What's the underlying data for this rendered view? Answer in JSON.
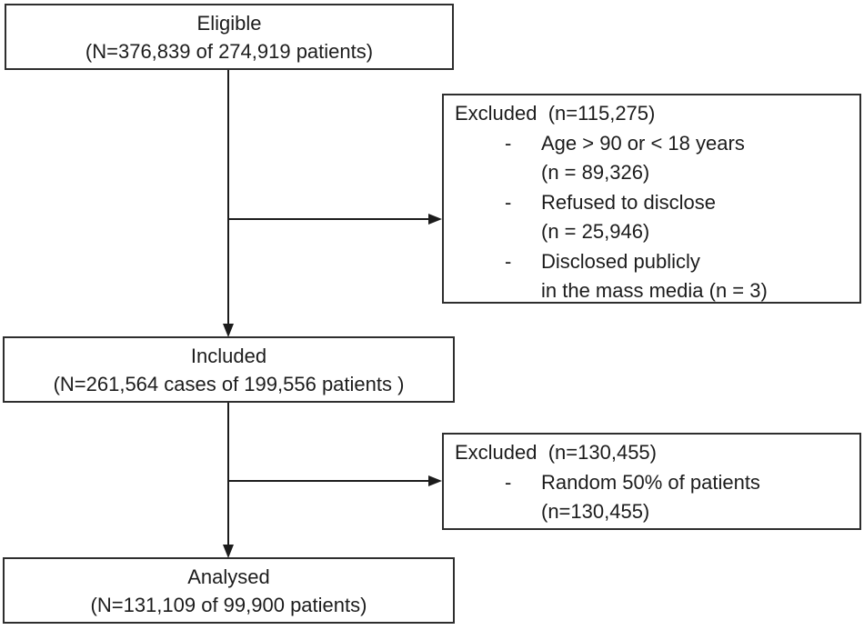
{
  "diagram": {
    "bullet": "-",
    "colors": {
      "border": "#2e2e2e",
      "text": "#1c1c1c",
      "background": "#ffffff"
    },
    "boxes": {
      "eligible": {
        "title": "Eligible",
        "subtitle": "(N=376,839 of 274,919 patients)"
      },
      "excluded_top": {
        "header": "Excluded  (n=115,275)",
        "items": [
          {
            "line1": "Age > 90 or < 18 years",
            "line2": "(n = 89,326)"
          },
          {
            "line1": "Refused to disclose",
            "line2": "(n = 25,946)"
          },
          {
            "line1": "Disclosed publicly",
            "line2": "in the mass media (n = 3)"
          }
        ]
      },
      "included": {
        "title": "Included",
        "subtitle": "(N=261,564 cases of 199,556 patients )"
      },
      "excluded_bottom": {
        "header": "Excluded  (n=130,455)",
        "items": [
          {
            "line1": "Random 50% of patients",
            "line2": "(n=130,455)"
          }
        ]
      },
      "analysed": {
        "title": "Analysed",
        "subtitle": "(N=131,109 of 99,900 patients)"
      }
    }
  }
}
